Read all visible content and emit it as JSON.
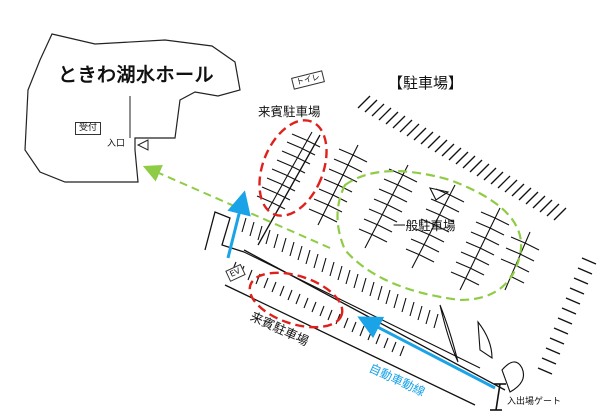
{
  "title": "【駐車場】",
  "hall": {
    "name": "ときわ湖水ホール",
    "reception": "受付",
    "entrance": "入口"
  },
  "toilet": "トイレ",
  "ev": "EV",
  "parking": {
    "vip_upper": "来賓駐車場",
    "vip_lower": "来賓駐車場",
    "general": "一般駐車場"
  },
  "route_label": "自動車動線",
  "gate": "入出場ゲート",
  "colors": {
    "vip_outline": "#e0201b",
    "general_outline": "#8fcc45",
    "car_route": "#1ba3e8",
    "ink": "#111111"
  }
}
